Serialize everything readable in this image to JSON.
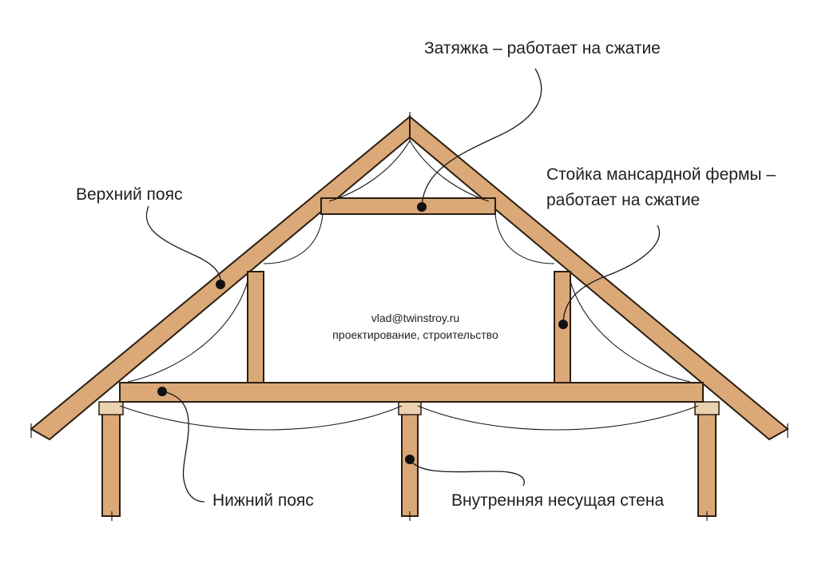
{
  "diagram": {
    "labels": {
      "tie_beam": "Затяжка – работает на сжатие",
      "post_line1": "Стойка мансардной  фермы –",
      "post_line2": "работает на сжатие",
      "top_chord": "Верхний пояс",
      "bottom_chord": "Нижний пояс",
      "inner_wall": "Внутренняя несущая стена"
    },
    "watermark": {
      "email": "vlad@twinstroy.ru",
      "tagline": "проектирование, строительство"
    },
    "colors": {
      "wood": "#dba877",
      "wood_light": "#ead2b0",
      "outline": "#2a1e12",
      "leader": "#1a1a1a",
      "background": "#ffffff"
    }
  }
}
